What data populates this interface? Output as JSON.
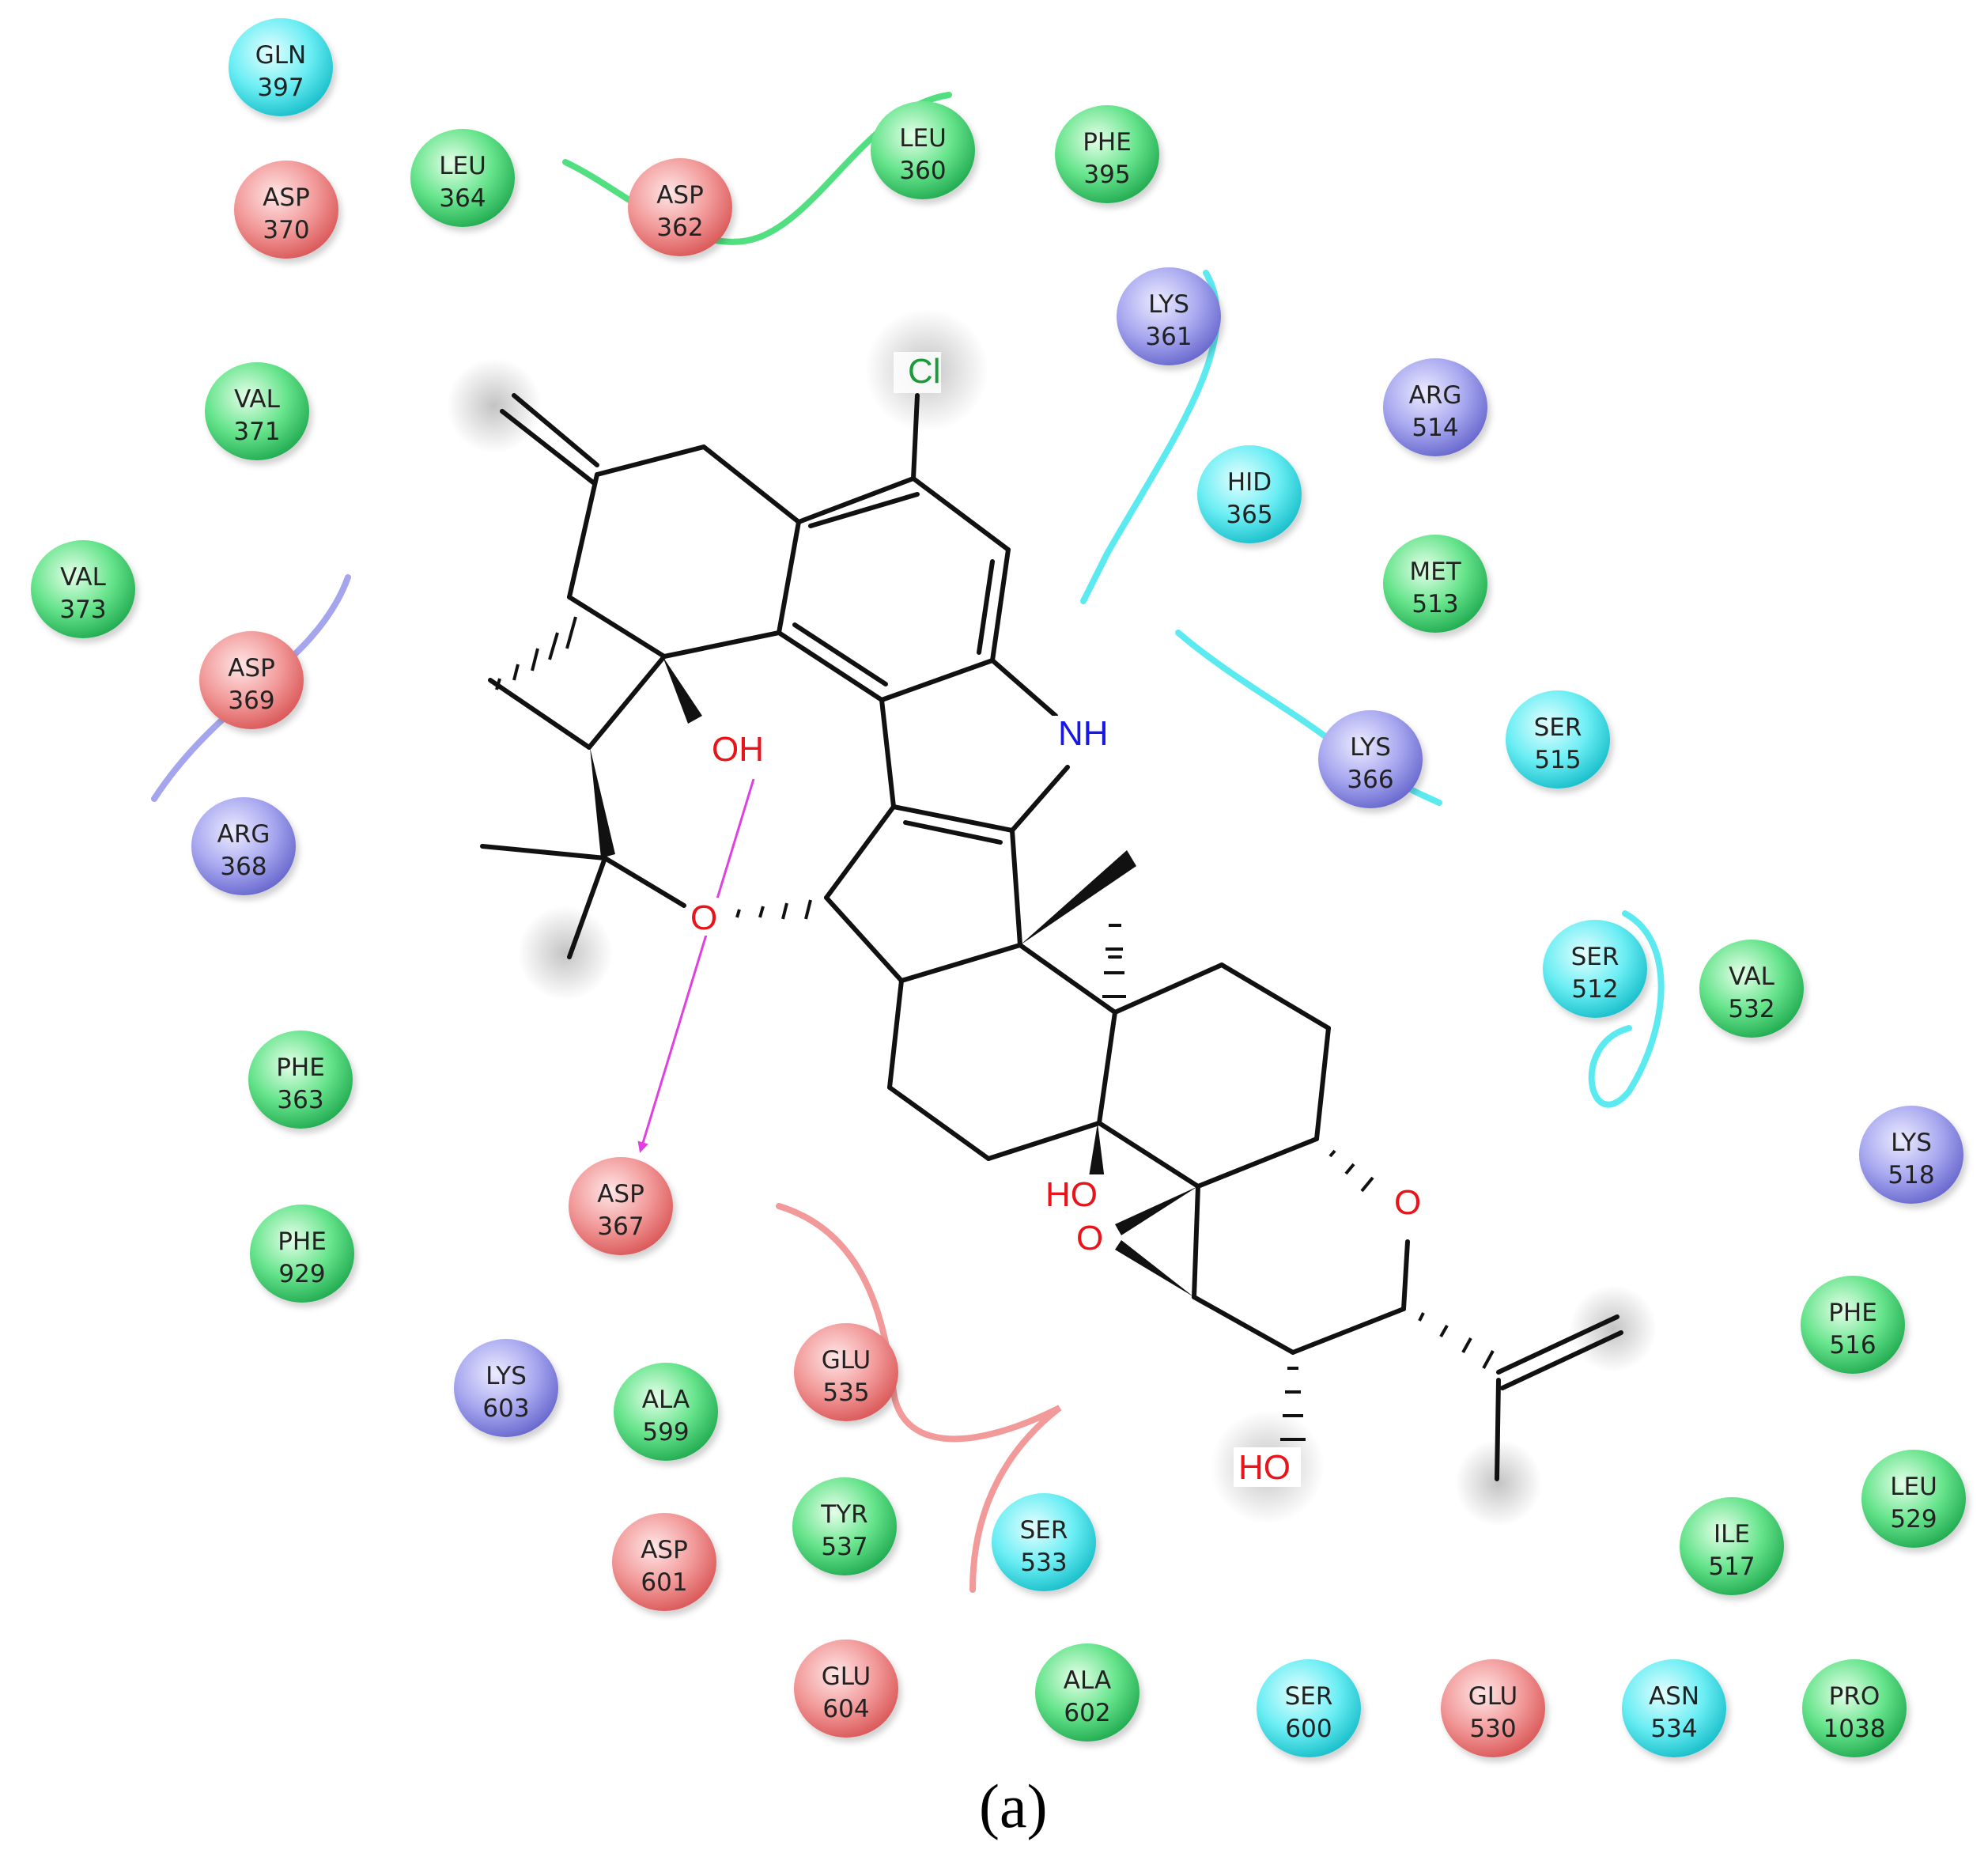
{
  "colors": {
    "acidic": "#ef7f7f",
    "basic": "#8f8fe8",
    "polar": "#3fe6ef",
    "hydrophobic": "#3fdc73",
    "hbond_arrow": "#e040e0",
    "oxygen": "#e8141a",
    "nitrogen": "#1717e6",
    "chlorine": "#1a9a3a",
    "bond": "#111111"
  },
  "residues": [
    {
      "name": "GLN",
      "num": "397",
      "type": "polar"
    },
    {
      "name": "LEU",
      "num": "364",
      "type": "hydrophobic"
    },
    {
      "name": "ASP",
      "num": "370",
      "type": "acidic"
    },
    {
      "name": "ASP",
      "num": "362",
      "type": "acidic"
    },
    {
      "name": "LEU",
      "num": "360",
      "type": "hydrophobic"
    },
    {
      "name": "PHE",
      "num": "395",
      "type": "hydrophobic"
    },
    {
      "name": "LYS",
      "num": "361",
      "type": "basic"
    },
    {
      "name": "ARG",
      "num": "514",
      "type": "basic"
    },
    {
      "name": "HID",
      "num": "365",
      "type": "polar"
    },
    {
      "name": "MET",
      "num": "513",
      "type": "hydrophobic"
    },
    {
      "name": "VAL",
      "num": "371",
      "type": "hydrophobic"
    },
    {
      "name": "VAL",
      "num": "373",
      "type": "hydrophobic"
    },
    {
      "name": "ASP",
      "num": "369",
      "type": "acidic"
    },
    {
      "name": "ARG",
      "num": "368",
      "type": "basic"
    },
    {
      "name": "LYS",
      "num": "366",
      "type": "basic"
    },
    {
      "name": "SER",
      "num": "515",
      "type": "polar"
    },
    {
      "name": "SER",
      "num": "512",
      "type": "polar"
    },
    {
      "name": "VAL",
      "num": "532",
      "type": "hydrophobic"
    },
    {
      "name": "PHE",
      "num": "363",
      "type": "hydrophobic"
    },
    {
      "name": "ASP",
      "num": "367",
      "type": "acidic"
    },
    {
      "name": "PHE",
      "num": "929",
      "type": "hydrophobic"
    },
    {
      "name": "LYS",
      "num": "518",
      "type": "basic"
    },
    {
      "name": "PHE",
      "num": "516",
      "type": "hydrophobic"
    },
    {
      "name": "GLU",
      "num": "535",
      "type": "acidic"
    },
    {
      "name": "LYS",
      "num": "603",
      "type": "basic"
    },
    {
      "name": "ALA",
      "num": "599",
      "type": "hydrophobic"
    },
    {
      "name": "TYR",
      "num": "537",
      "type": "hydrophobic"
    },
    {
      "name": "SER",
      "num": "533",
      "type": "polar"
    },
    {
      "name": "ASP",
      "num": "601",
      "type": "acidic"
    },
    {
      "name": "LEU",
      "num": "529",
      "type": "hydrophobic"
    },
    {
      "name": "ILE",
      "num": "517",
      "type": "hydrophobic"
    },
    {
      "name": "GLU",
      "num": "604",
      "type": "acidic"
    },
    {
      "name": "ALA",
      "num": "602",
      "type": "hydrophobic"
    },
    {
      "name": "SER",
      "num": "600",
      "type": "polar"
    },
    {
      "name": "GLU",
      "num": "530",
      "type": "acidic"
    },
    {
      "name": "ASN",
      "num": "534",
      "type": "polar"
    },
    {
      "name": "PRO",
      "num": "1038",
      "type": "hydrophobic"
    }
  ],
  "atoms": {
    "cl": "Cl",
    "nh": "NH",
    "oh_top": "OH",
    "o_ether": "O",
    "ho_mid": "HO",
    "o_epoxide": "O",
    "o_ring": "O",
    "ho_bottom": "HO"
  },
  "caption": "(a)"
}
